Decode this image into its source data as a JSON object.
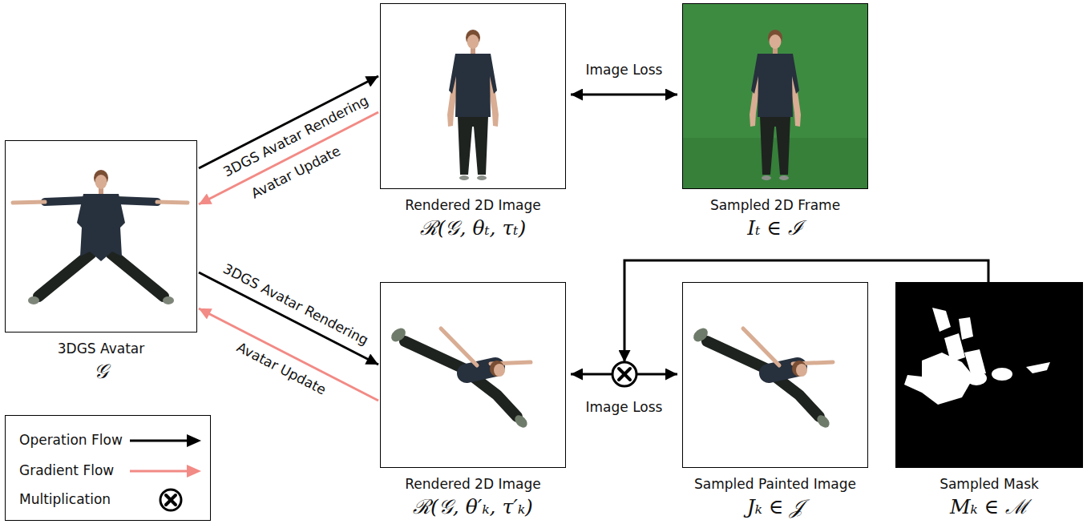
{
  "diagram": {
    "nodes": [
      {
        "text": [
          "3DGS Avatar",
          "𝒢"
        ]
      },
      {
        "text": [
          "Rendered 2D Image",
          "ℛ(𝒢, θₜ, τₜ)"
        ]
      },
      {
        "text": [
          "Sampled 2D Frame",
          "Iₜ ∈ ℐ"
        ]
      },
      {
        "text": [
          "Rendered 2D Image",
          "ℛ(𝒢, θ′ₖ, τ′ₖ)"
        ]
      },
      {
        "text": [
          "Sampled Painted Image",
          "Jₖ ∈ 𝒥"
        ]
      },
      {
        "text": [
          "Sampled Mask",
          "Mₖ ∈ ℳ"
        ]
      }
    ],
    "edges": [
      {
        "from": 0,
        "to": 1,
        "label": "3DGS Avatar Rendering",
        "arrow": "to"
      },
      {
        "from": 1,
        "to": 0,
        "label": "Avatar Update",
        "arrow": "to"
      },
      {
        "from": 1,
        "to": 2,
        "label": "Image Loss",
        "arrow": "both"
      },
      {
        "from": 0,
        "to": 3,
        "label": "3DGS Avatar Rendering",
        "arrow": "to"
      },
      {
        "from": 3,
        "to": 0,
        "label": "Avatar Update",
        "arrow": "to"
      },
      {
        "from": 3,
        "to": 4,
        "label": "Image Loss",
        "arrow": "both"
      }
    ],
    "legend": [
      {
        "text": "Operation Flow"
      },
      {
        "text": "Gradient Flow"
      },
      {
        "text": "Multiplication"
      }
    ]
  }
}
